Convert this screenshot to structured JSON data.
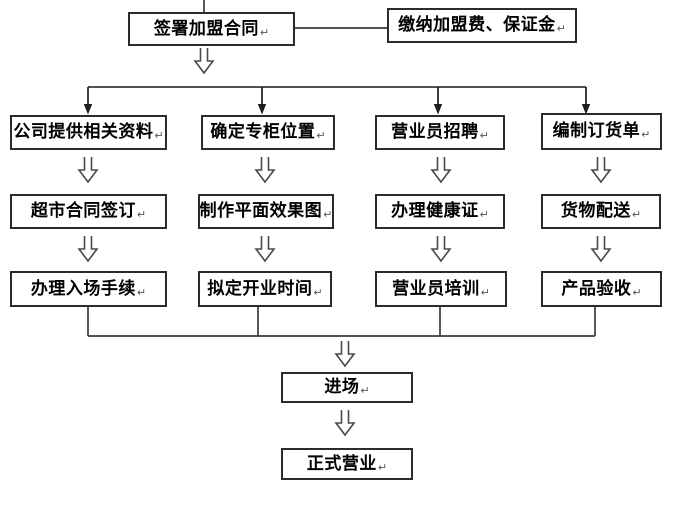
{
  "diagram": {
    "type": "flowchart",
    "language": "zh-CN",
    "return_mark": "↵",
    "nodes": {
      "sign_contract": "签署加盟合同",
      "pay_fees": "缴纳加盟费、保证金",
      "col1": [
        "公司提供相关资料",
        "超市合同签订",
        "办理入场手续"
      ],
      "col2": [
        "确定专柜位置",
        "制作平面效果图",
        "拟定开业时间"
      ],
      "col3": [
        "营业员招聘",
        "办理健康证",
        "营业员培训"
      ],
      "col4": [
        "编制订货单",
        "货物配送",
        "产品验收"
      ],
      "enter_site": "进场",
      "official_opening": "正式营业"
    },
    "colors": {
      "background": "#ffffff",
      "connector_line": "#3a3a3a",
      "hollow_arrow_outline": "#4a4a4a",
      "box_border": "#2b2b2b",
      "text": "#000000",
      "return_mark": "#555555"
    }
  }
}
